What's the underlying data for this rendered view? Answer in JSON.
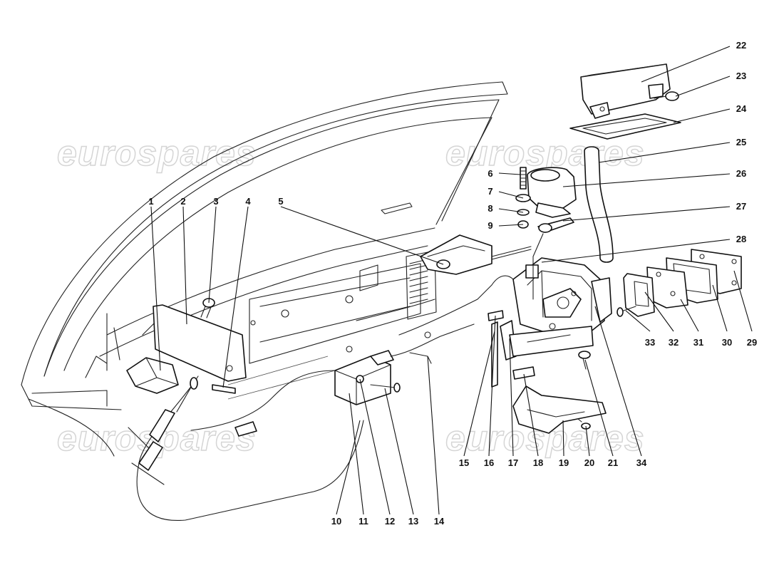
{
  "watermark": "eurospares",
  "labels": [
    {
      "id": "1",
      "text": "1"
    },
    {
      "id": "2",
      "text": "2"
    },
    {
      "id": "3",
      "text": "3"
    },
    {
      "id": "4",
      "text": "4"
    },
    {
      "id": "5",
      "text": "5"
    },
    {
      "id": "6",
      "text": "6"
    },
    {
      "id": "7",
      "text": "7"
    },
    {
      "id": "8",
      "text": "8"
    },
    {
      "id": "9",
      "text": "9"
    },
    {
      "id": "10",
      "text": "10"
    },
    {
      "id": "11",
      "text": "11"
    },
    {
      "id": "12",
      "text": "12"
    },
    {
      "id": "13",
      "text": "13"
    },
    {
      "id": "14",
      "text": "14"
    },
    {
      "id": "15",
      "text": "15"
    },
    {
      "id": "16",
      "text": "16"
    },
    {
      "id": "17",
      "text": "17"
    },
    {
      "id": "18",
      "text": "18"
    },
    {
      "id": "19",
      "text": "19"
    },
    {
      "id": "20",
      "text": "20"
    },
    {
      "id": "21",
      "text": "21"
    },
    {
      "id": "22",
      "text": "22"
    },
    {
      "id": "23",
      "text": "23"
    },
    {
      "id": "24",
      "text": "24"
    },
    {
      "id": "25",
      "text": "25"
    },
    {
      "id": "26",
      "text": "26"
    },
    {
      "id": "27",
      "text": "27"
    },
    {
      "id": "28",
      "text": "28"
    },
    {
      "id": "29",
      "text": "29"
    },
    {
      "id": "30",
      "text": "30"
    },
    {
      "id": "31",
      "text": "31"
    },
    {
      "id": "32",
      "text": "32"
    },
    {
      "id": "33",
      "text": "33"
    },
    {
      "id": "34",
      "text": "34"
    }
  ]
}
